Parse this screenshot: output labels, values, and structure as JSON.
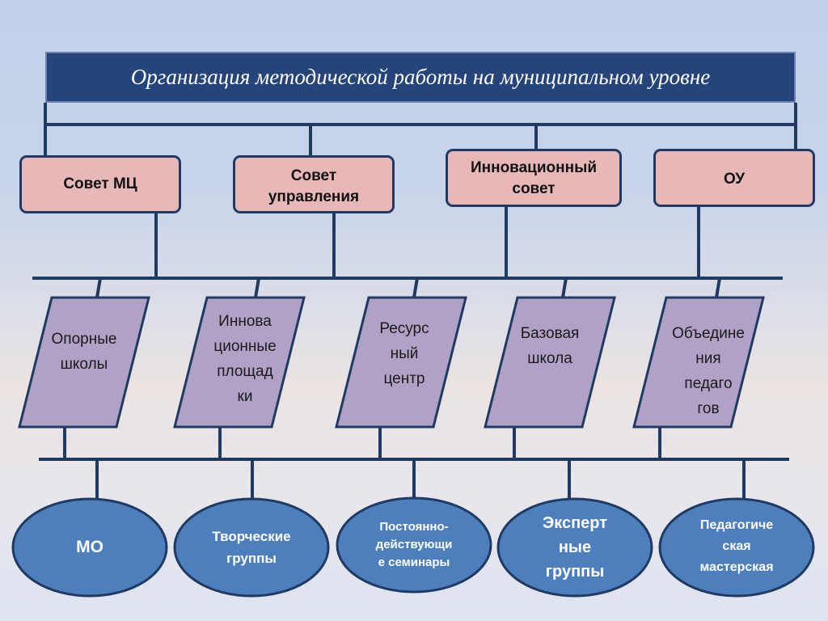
{
  "title": "Организация методической работы на муниципальном уровне",
  "councils": [
    {
      "label": "Совет МЦ"
    },
    {
      "label": "Совет управления"
    },
    {
      "label": "Инновационный совет"
    },
    {
      "label": "ОУ"
    }
  ],
  "structures": [
    {
      "label": "Опорные\nшколы"
    },
    {
      "label": "Иннова\nционные\nплощад\nки"
    },
    {
      "label": "Ресурс\nный\nцентр"
    },
    {
      "label": "Базовая\nшкола"
    },
    {
      "label": "Объедине\nния\nпедаго\nгов"
    }
  ],
  "groups": [
    {
      "label": "МО"
    },
    {
      "label": "Творческие\nгруппы"
    },
    {
      "label": "Постоянно-\nдействующи\nе семинары"
    },
    {
      "label": "Эксперт\nные\nгруппы"
    },
    {
      "label": "Педагогиче\nская\nмастерская"
    }
  ],
  "colors": {
    "title_bg": "#254479",
    "council_fill": "#e7b8b7",
    "structure_fill": "#b1a1c6",
    "group_fill": "#4e7fbd",
    "line": "#1f3a63"
  }
}
